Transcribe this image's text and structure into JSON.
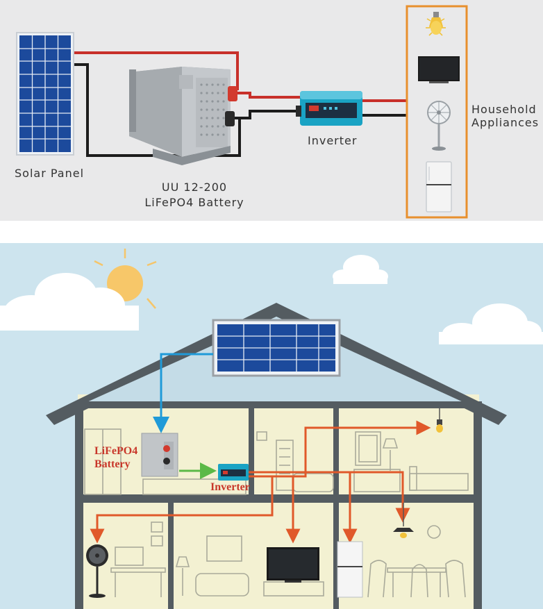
{
  "top": {
    "solar_panel_label": "Solar Panel",
    "battery_label_line1": "UU 12-200",
    "battery_label_line2": "LiFePO4 Battery",
    "inverter_label": "Inverter",
    "appliances_label_line1": "Household",
    "appliances_label_line2": "Appliances"
  },
  "house": {
    "battery_label_line1": "LiFePO4",
    "battery_label_line2": "Battery",
    "inverter_label": "Inverter"
  },
  "colors": {
    "frame_orange": "#e8902e",
    "flow_orange": "#e0592a",
    "flow_blue": "#1f9ad8",
    "flow_green": "#5bb947",
    "wire_red": "#c8302a",
    "sky": "#cde4ee",
    "wall": "#f3f1d2",
    "roof": "#545c61"
  }
}
